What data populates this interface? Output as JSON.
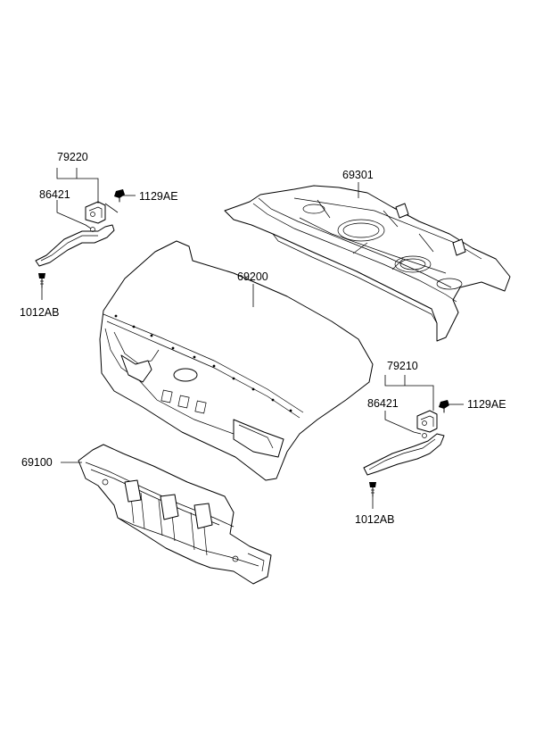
{
  "diagram": {
    "labels": {
      "hinge_left": "79220",
      "spring_left": "86421",
      "bolt_left": "1129AE",
      "screw_left": "1012AB",
      "package_tray": "69301",
      "trunk_lid": "69200",
      "hinge_right": "79210",
      "spring_right": "86421",
      "bolt_right": "1129AE",
      "screw_right": "1012AB",
      "back_panel": "69100"
    }
  }
}
